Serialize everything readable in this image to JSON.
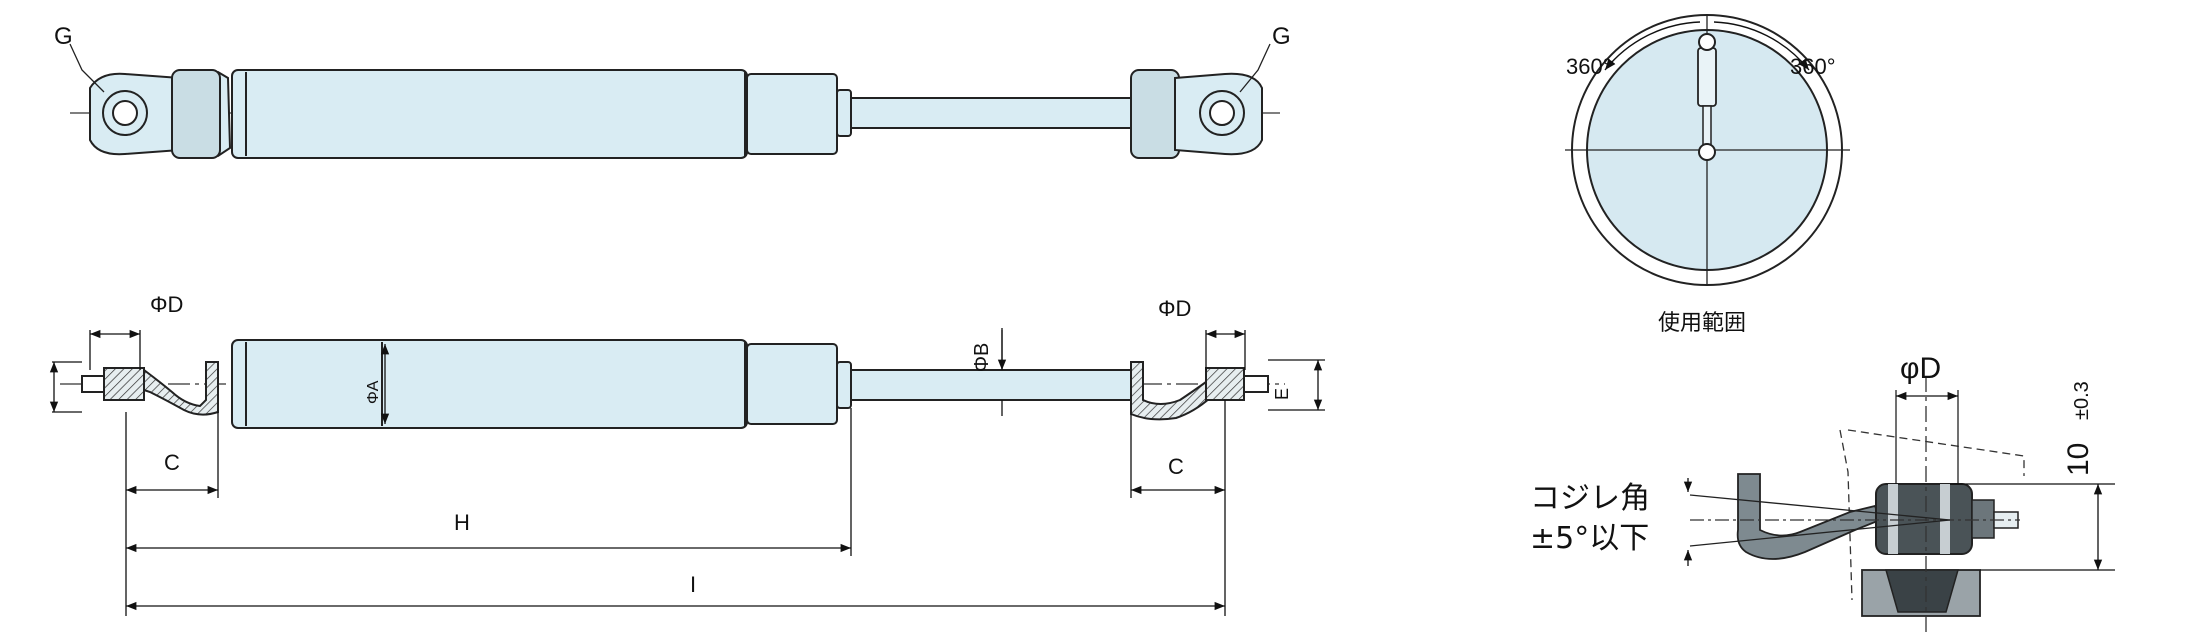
{
  "top_view": {
    "label_left": "G",
    "label_right": "G"
  },
  "side_view": {
    "label_phiD_left": "ΦD",
    "label_phiD_right": "ΦD",
    "label_phiB": "ΦB",
    "label_phiA": "ΦA",
    "label_E": "E",
    "label_C_left": "C",
    "label_C_right": "C",
    "label_H": "H",
    "label_I": "I"
  },
  "rotation": {
    "angle_left": "360°",
    "angle_right": "360°",
    "caption": "使用範囲"
  },
  "detail": {
    "label_phiD": "φD",
    "label_ten": "10",
    "label_tol": "±0.3",
    "note_line1": "コジレ角",
    "note_line2": "±5°以下"
  },
  "colors": {
    "fill": "#d9ecf3",
    "line": "#222222",
    "gray": "#7e8a90",
    "dark": "#3a4246"
  }
}
